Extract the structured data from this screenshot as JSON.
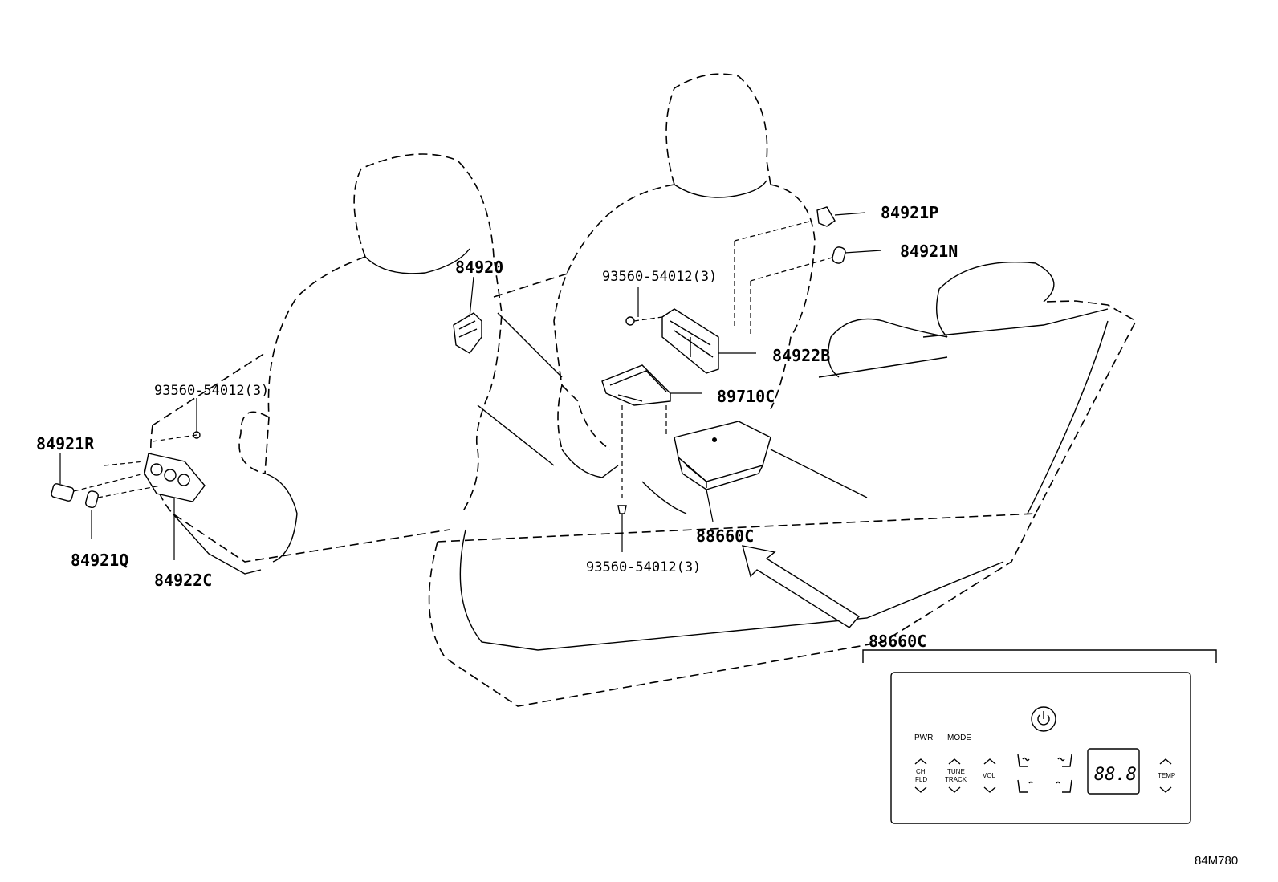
{
  "callouts": {
    "p84921P": "84921P",
    "p84921N": "84921N",
    "p84920": "84920",
    "p93560_top": "93560-54012(3)",
    "p84922B": "84922B",
    "p93560_left": "93560-54012(3)",
    "p89710C": "89710C",
    "p84921R": "84921R",
    "p84921Q": "84921Q",
    "p84922C": "84922C",
    "p88660C": "88660C",
    "p93560_bottom": "93560-54012(3)",
    "p88660C_detail": "88660C"
  },
  "panel": {
    "pwr": "PWR",
    "mode": "MODE",
    "ch": "CH",
    "fld": "FLD",
    "tune": "TUNE",
    "track": "TRACK",
    "vol": "VOL",
    "display": "88.8",
    "temp": "TEMP"
  },
  "reference_code": "84M780"
}
